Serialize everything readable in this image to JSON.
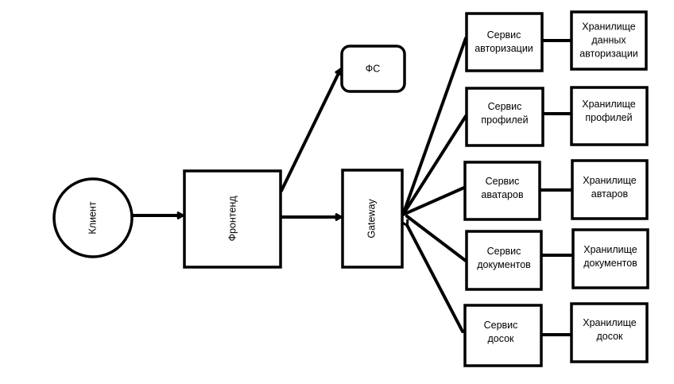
{
  "nodes": {
    "client": {
      "label": "Клиент"
    },
    "frontend": {
      "label": "Фронтенд"
    },
    "fs": {
      "label": "ФС"
    },
    "gateway": {
      "label": "Gateway"
    },
    "svc_auth": {
      "lines": [
        "Сервис",
        "авторизации"
      ]
    },
    "store_auth": {
      "lines": [
        "Хранилище",
        "данных",
        "авторизации"
      ]
    },
    "svc_prof": {
      "lines": [
        "Сервис",
        "профилей"
      ]
    },
    "store_prof": {
      "lines": [
        "Хранилище",
        "профилей"
      ]
    },
    "svc_ava": {
      "lines": [
        "Сервис",
        "аватаров"
      ]
    },
    "store_ava": {
      "lines": [
        "Хранилище",
        "автаров"
      ]
    },
    "svc_doc": {
      "lines": [
        "Сервис",
        "документов"
      ]
    },
    "store_doc": {
      "lines": [
        "Хранилище",
        "документов"
      ]
    },
    "svc_board": {
      "lines": [
        "Сервис",
        "досок"
      ]
    },
    "store_board": {
      "lines": [
        "Хранилище",
        "досок"
      ]
    }
  },
  "colors": {
    "stroke": "#000000",
    "fill": "#ffffff"
  }
}
